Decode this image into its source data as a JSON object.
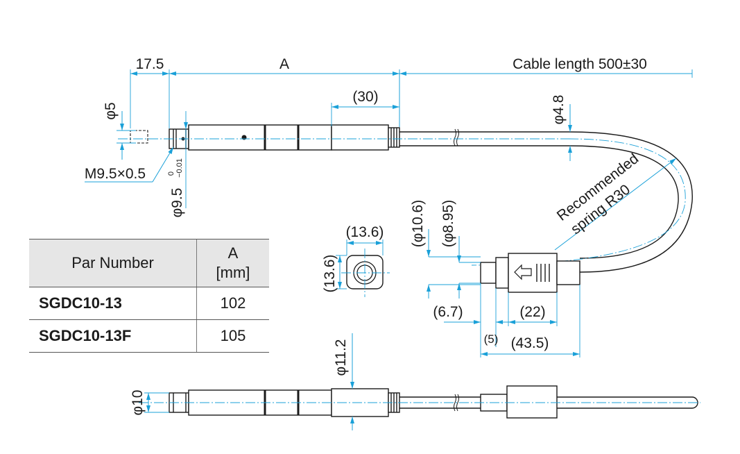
{
  "dimensions": {
    "d17_5": "17.5",
    "dA": "A",
    "cable_length": "Cable length 500±30",
    "d30": "(30)",
    "phi5": "φ5",
    "phi4_8": "φ4.8",
    "thread": "M9.5×0.5",
    "phi9_5": "φ9.5",
    "tol_upper": "0",
    "tol_lower": "−0.01",
    "spring_line1": "Recommended",
    "spring_line2": "spring R30",
    "phi10_6": "(φ10.6)",
    "phi8_95": "(φ8.95)",
    "d13_6_w": "(13.6)",
    "d13_6_h": "(13.6)",
    "d6_7": "(6.7)",
    "d22": "(22)",
    "d5": "(5)",
    "d43_5": "(43.5)",
    "phi11_2": "φ11.2",
    "phi10": "φ10"
  },
  "table": {
    "header_part": "Par Number",
    "header_a_line1": "A",
    "header_a_line2": "[mm]",
    "rows": [
      {
        "part": "SGDC10-13",
        "a": "102"
      },
      {
        "part": "SGDC10-13F",
        "a": "105"
      }
    ]
  },
  "colors": {
    "dimension": "#1aa0d8",
    "outline": "#1a1a1a",
    "table_header": "#e6e6e6"
  }
}
